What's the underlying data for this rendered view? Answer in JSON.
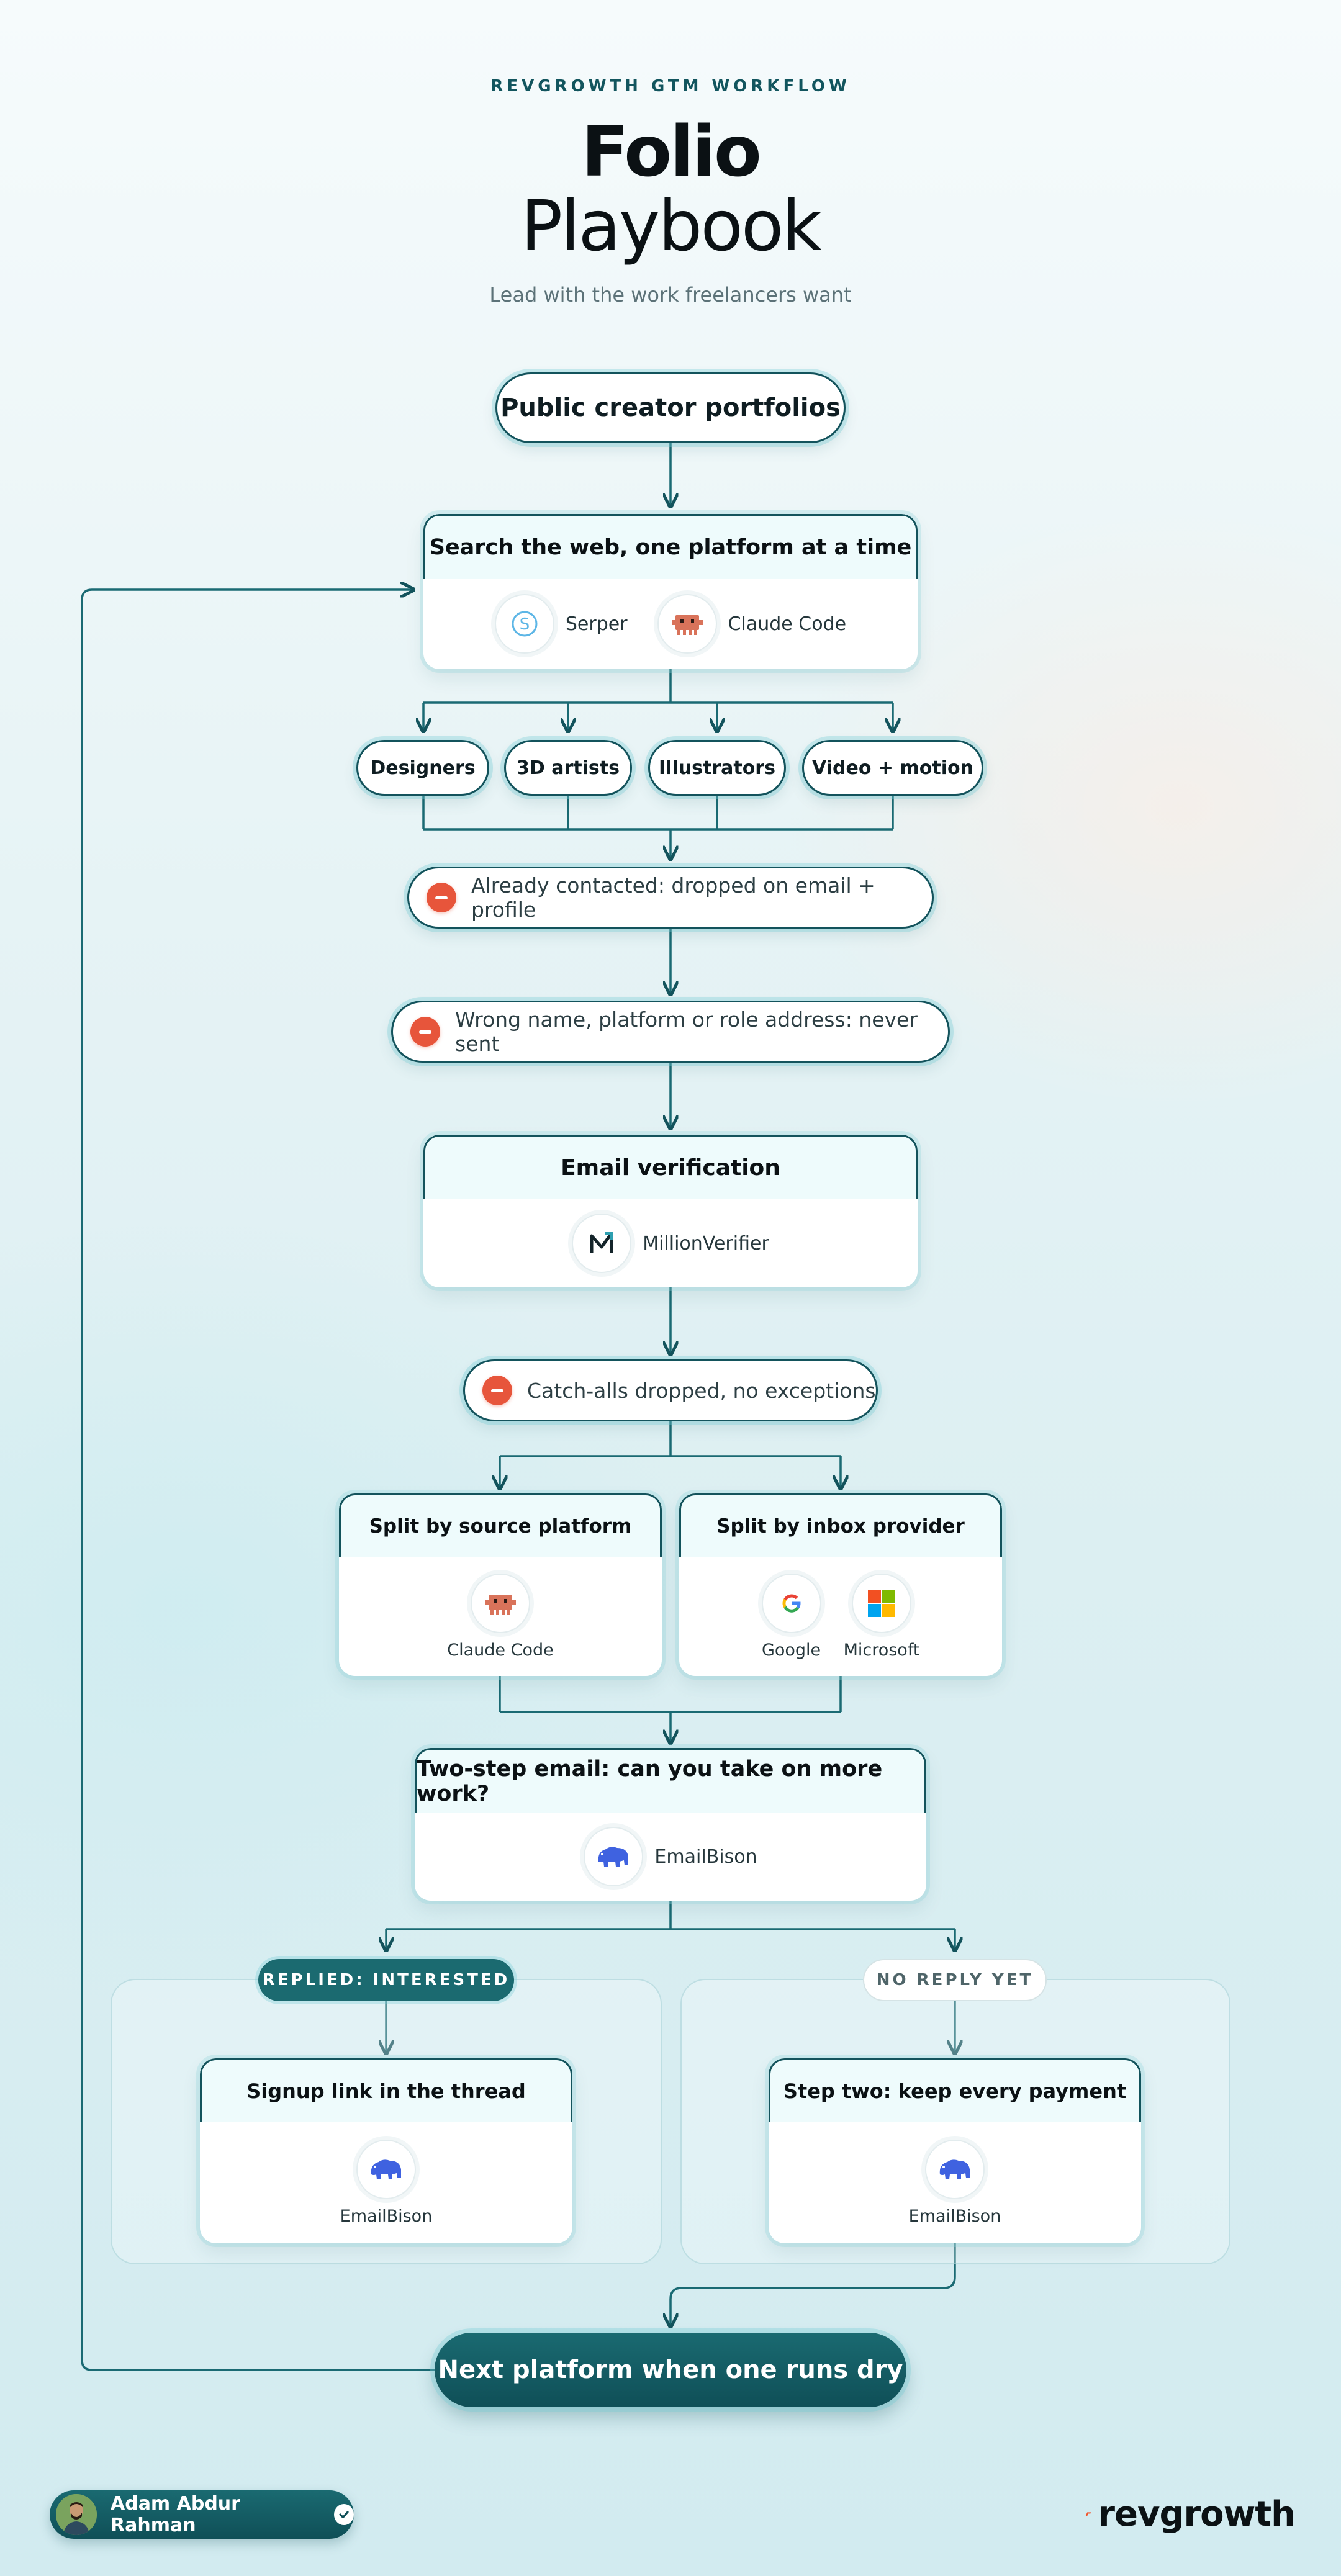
{
  "header": {
    "kicker": "REVGROWTH GTM WORKFLOW",
    "title_line1": "Folio",
    "title_line2": "Playbook",
    "subtitle": "Lead with the work freelancers want"
  },
  "source": {
    "label": "Public creator portfolios"
  },
  "search_step": {
    "title": "Search the web, one platform at a time",
    "tools": [
      {
        "name": "Serper",
        "icon": "serper-icon"
      },
      {
        "name": "Claude Code",
        "icon": "claude-code-icon"
      }
    ]
  },
  "categories": [
    "Designers",
    "3D artists",
    "Illustrators",
    "Video + motion"
  ],
  "filters": {
    "contacted": "Already contacted: dropped on email + profile",
    "invalid": "Wrong name, platform or role address: never sent",
    "catchall": "Catch-alls dropped, no exceptions"
  },
  "verification": {
    "title": "Email verification",
    "tool": {
      "name": "MillionVerifier",
      "icon": "millionverifier-icon"
    }
  },
  "split_source": {
    "title": "Split by source platform",
    "tool": {
      "name": "Claude Code",
      "icon": "claude-code-icon"
    }
  },
  "split_inbox": {
    "title": "Split by inbox provider",
    "tools": [
      {
        "name": "Google",
        "icon": "google-icon"
      },
      {
        "name": "Microsoft",
        "icon": "microsoft-icon"
      }
    ]
  },
  "email_step": {
    "title": "Two-step email: can you take on more work?",
    "tool": {
      "name": "EmailBison",
      "icon": "bison-icon"
    }
  },
  "branch_interested": {
    "badge": "REPLIED: INTERESTED",
    "title": "Signup link in the thread",
    "tool": {
      "name": "EmailBison",
      "icon": "bison-icon"
    }
  },
  "branch_no_reply": {
    "badge": "NO REPLY YET",
    "title": "Step two: keep every payment",
    "tool": {
      "name": "EmailBison",
      "icon": "bison-icon"
    }
  },
  "final": {
    "label": "Next platform when one runs dry"
  },
  "footer": {
    "author": "Adam Abdur Rahman",
    "brand": "revgrowth"
  },
  "colors": {
    "primary": "#13535c",
    "accent_red": "#e7553b",
    "brand_orange": "#f2552c"
  }
}
